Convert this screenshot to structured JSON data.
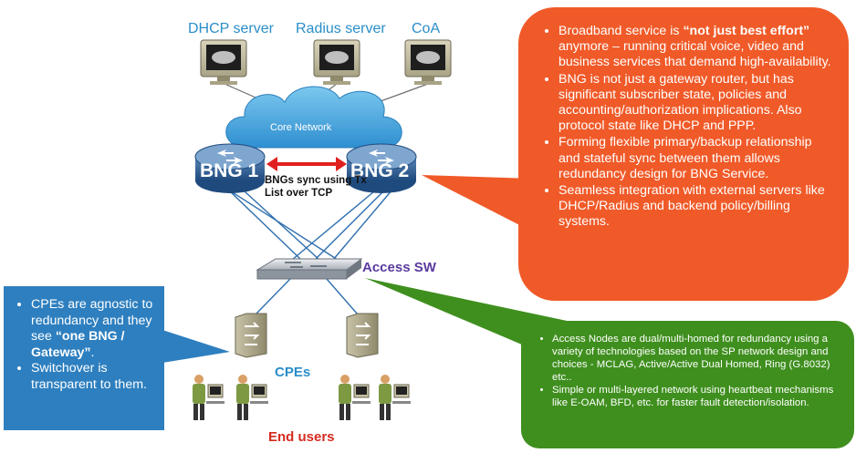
{
  "servers": {
    "dhcp": "DHCP server",
    "radius": "Radius server",
    "coa": "CoA"
  },
  "cloud_label": "Core Network",
  "bng1_label": "BNG 1",
  "bng2_label": "BNG 2",
  "sync_label": {
    "line1": "BNGs sync using Tx",
    "line2": "List over TCP"
  },
  "access_sw_label": "Access SW",
  "cpes_label": "CPEs",
  "end_users_label": "End users",
  "orange_callout": {
    "b1_pre": "Broadband service is ",
    "b1_bold": "“not just best effort”",
    "b1_post": " anymore – running critical voice, video and business services that demand high-availability.",
    "b2": "BNG is not just a gateway router, but has significant subscriber state, policies and accounting/authorization implications. Also protocol state like DHCP and PPP.",
    "b3": "Forming flexible primary/backup relationship and stateful sync between them allows redundancy design for BNG Service.",
    "b4": "Seamless integration with external servers like DHCP/Radius and backend policy/billing systems."
  },
  "blue_callout": {
    "b1_pre": "CPEs are agnostic to redundancy and they see ",
    "b1_bold": "“one BNG / Gateway”",
    "b1_post": ".",
    "b2": "Switchover is transparent to them."
  },
  "green_callout": {
    "b1": "Access Nodes are dual/multi-homed for redundancy using a variety of technologies based on the SP network design and choices  - MCLAG, Active/Active Dual Homed, Ring (G.8032) etc..",
    "b2": "Simple or multi-layered network using heartbeat mechanisms like E-OAM, BFD, etc. for faster fault detection/isolation."
  },
  "colors": {
    "orange": "#f05a28",
    "blue_callout": "#2e7fbf",
    "green": "#3f8f1e",
    "link_blue": "#2a8ec8",
    "access_sw_purple": "#5b3a9e",
    "end_users_red": "#d52b1e",
    "sync_arrow": "#e02020"
  },
  "icons": [
    "monitor-icon",
    "cloud-icon",
    "router-icon",
    "switch-icon",
    "cpe-icon",
    "user-icon"
  ]
}
